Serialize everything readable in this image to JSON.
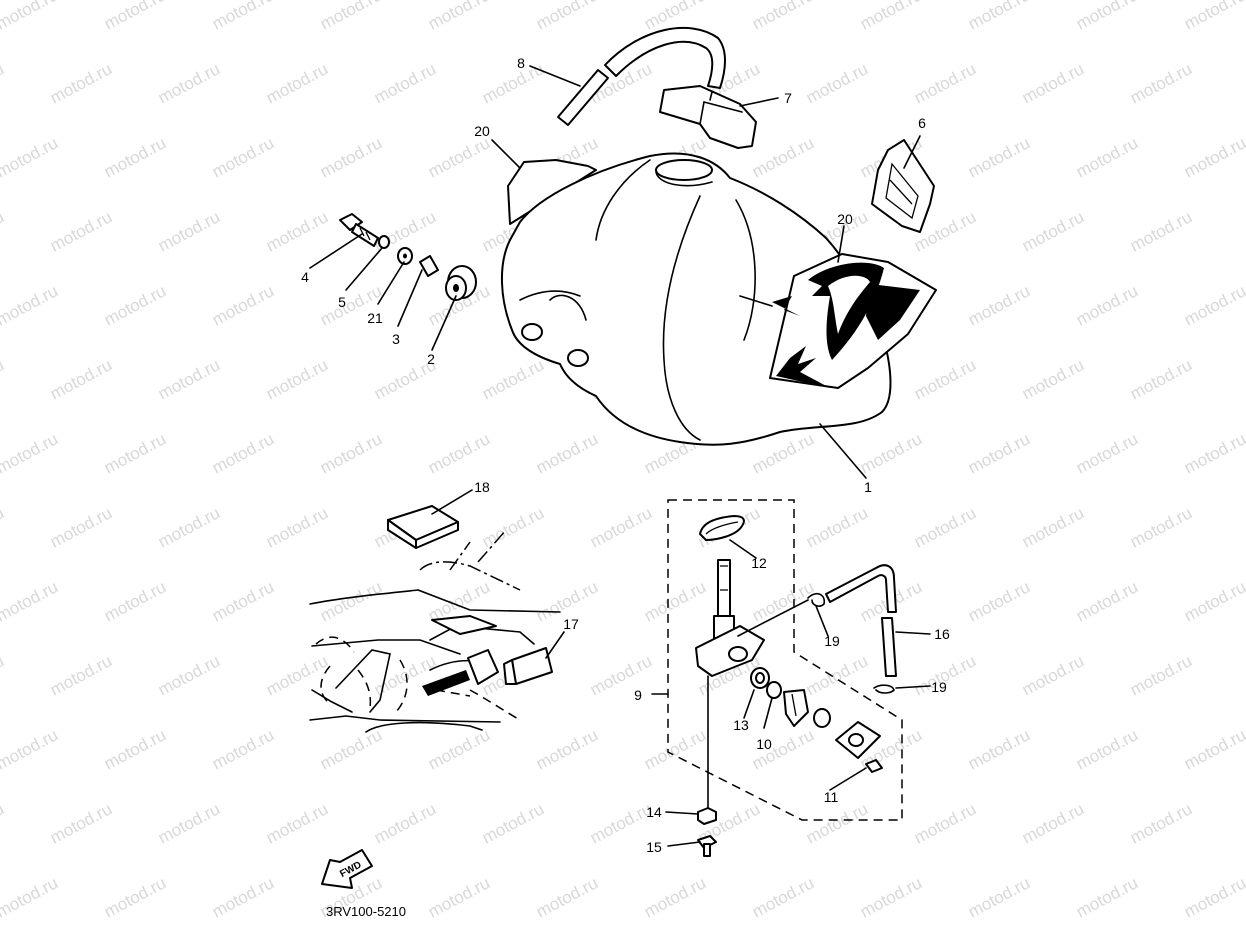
{
  "watermark": "motod.ru",
  "reference_code": "3RV100-5210",
  "fwd_label": "FWD",
  "callouts": {
    "c1": "1",
    "c2": "2",
    "c3": "3",
    "c4": "4",
    "c5": "5",
    "c6": "6",
    "c7": "7",
    "c8": "8",
    "c9": "9",
    "c10": "10",
    "c11": "11",
    "c12": "12",
    "c13": "13",
    "c14": "14",
    "c15": "15",
    "c16": "16",
    "c17": "17",
    "c18": "18",
    "c19a": "19",
    "c19b": "19",
    "c20a": "20",
    "c20b": "20",
    "c21": "21"
  }
}
